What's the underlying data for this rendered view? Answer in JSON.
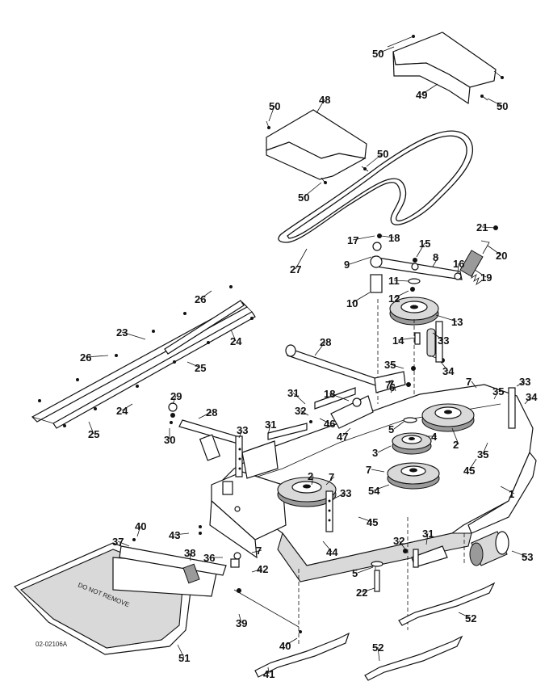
{
  "figure": {
    "caption": "02-02106A",
    "decal_text": "DO NOT REMOVE"
  },
  "labels": [
    "50",
    "49",
    "50",
    "48",
    "50",
    "50",
    "50",
    "27",
    "21",
    "20",
    "17",
    "18",
    "15",
    "8",
    "16",
    "19",
    "9",
    "11",
    "12",
    "10",
    "13",
    "14",
    "33",
    "34",
    "26",
    "24",
    "23",
    "26",
    "25",
    "24",
    "25",
    "28",
    "35",
    "7",
    "33",
    "35",
    "34",
    "31",
    "18",
    "6",
    "29",
    "32",
    "46",
    "7",
    "28",
    "47",
    "5",
    "4",
    "2",
    "30",
    "31",
    "33",
    "3",
    "7",
    "45",
    "35",
    "2",
    "7",
    "7",
    "54",
    "33",
    "1",
    "45",
    "43",
    "40",
    "7",
    "37",
    "36",
    "44",
    "38",
    "32",
    "31",
    "42",
    "5",
    "53",
    "22",
    "39",
    "52",
    "40",
    "41",
    "51",
    "52"
  ]
}
